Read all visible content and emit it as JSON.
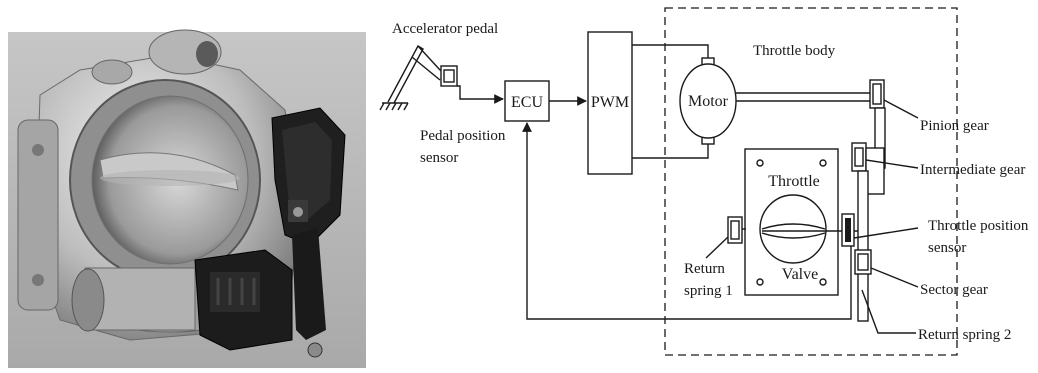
{
  "photo": {
    "subject": "electronic throttle body"
  },
  "diagram": {
    "accelerator_pedal": "Accelerator pedal",
    "pedal_sensor_line1": "Pedal position",
    "pedal_sensor_line2": "sensor",
    "ecu": "ECU",
    "pwm": "PWM",
    "throttle_body": "Throttle body",
    "motor": "Motor",
    "pinion_gear": "Pinion gear",
    "intermediate_gear": "Intermediate gear",
    "throttle_word": "Throttle",
    "valve_word": "Valve",
    "throttle_pos_line1": "Throttle position",
    "throttle_pos_line2": "sensor",
    "return1_line1": "Return",
    "return1_line2": "spring 1",
    "sector_gear": "Sector gear",
    "return_spring_2": "Return spring 2"
  }
}
